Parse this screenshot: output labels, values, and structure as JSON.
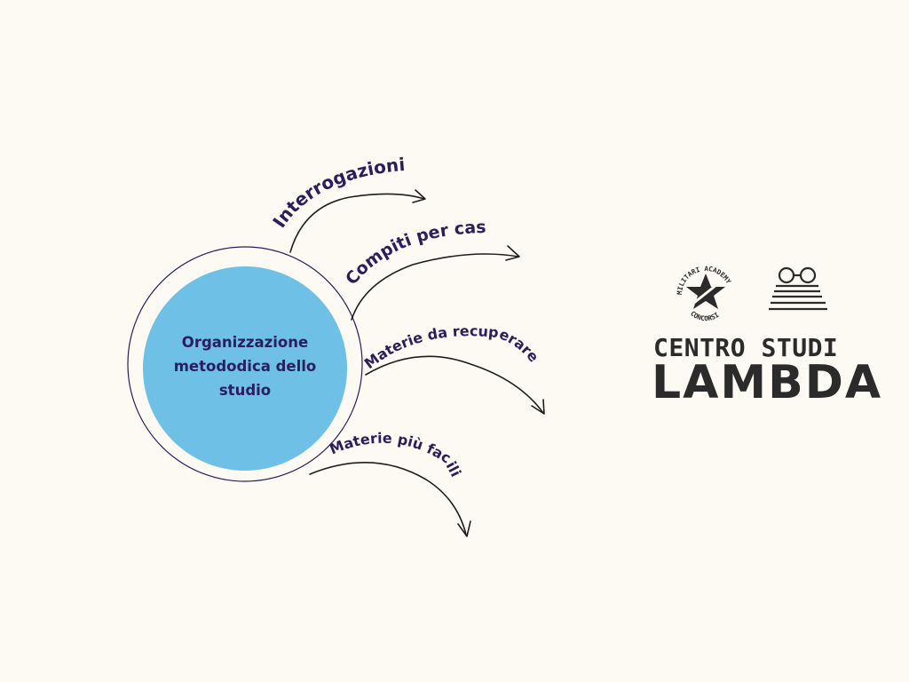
{
  "diagram": {
    "center": {
      "label": "Organizzazione metododica dello studio"
    },
    "branches": [
      {
        "id": "interrogazioni",
        "label": "Interrogazioni"
      },
      {
        "id": "compiti",
        "label": "Compiti per casa"
      },
      {
        "id": "recuperare",
        "label": "Materie da recuperare"
      },
      {
        "id": "facili",
        "label": "Materie più facili"
      }
    ]
  },
  "brand": {
    "badge_top": "MILITARI ACADEMY",
    "badge_bottom": "CONCORSI",
    "title_line1": "CENTRO STUDI",
    "title_line2": "LAMBDA"
  },
  "colors": {
    "background": "#fdfaf4",
    "circle_fill": "#6ec0e6",
    "outline": "#2a1e5c",
    "text": "#2a1e5c",
    "arrow": "#1e1e1e",
    "logo": "#2b2b2b"
  }
}
